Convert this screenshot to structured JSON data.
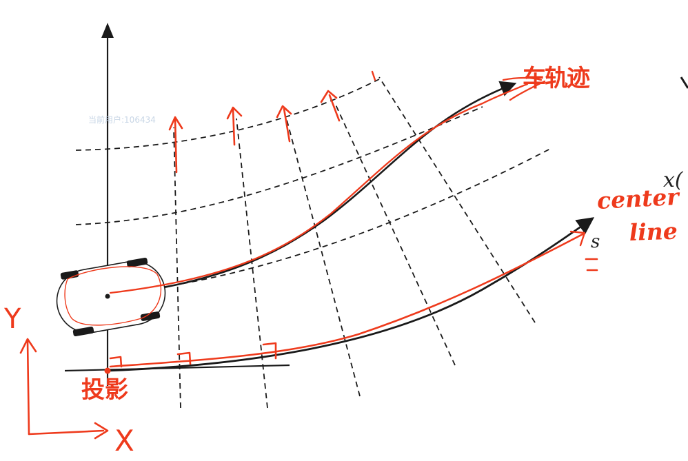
{
  "watermark": "当前用户:106434",
  "labels": {
    "centerline_word1": "center",
    "centerline_word2": "line",
    "trajectory": "车轨迹",
    "projection_point": "投影",
    "axis_y": "Y",
    "axis_x": "X",
    "arc_length": "s",
    "partial_x": "x("
  },
  "colors": {
    "ink": "#ee3a1c",
    "pen": "#1a1a1a"
  }
}
